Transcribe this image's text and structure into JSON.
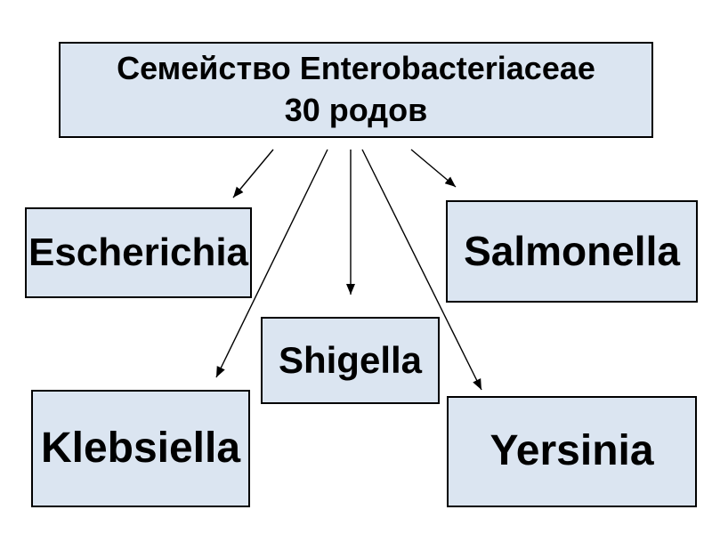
{
  "diagram": {
    "title_node": {
      "line1": "Семейство Enterobacteriaceae",
      "line2": "30 родов"
    },
    "nodes": [
      {
        "id": "escherichia",
        "label": "Escherichia"
      },
      {
        "id": "salmonella",
        "label": "Salmonella"
      },
      {
        "id": "shigella",
        "label": "Shigella"
      },
      {
        "id": "klebsiella",
        "label": "Klebsiella"
      },
      {
        "id": "yersinia",
        "label": "Yersinia"
      }
    ],
    "edges": [
      {
        "from": "family",
        "to": "escherichia"
      },
      {
        "from": "family",
        "to": "klebsiella"
      },
      {
        "from": "family",
        "to": "shigella"
      },
      {
        "from": "family",
        "to": "yersinia"
      },
      {
        "from": "family",
        "to": "salmonella"
      }
    ],
    "colors": {
      "background": "#ffffff",
      "node_fill": "#dbe5f1",
      "node_border": "#000000",
      "arrow": "#000000",
      "text": "#000000"
    }
  }
}
